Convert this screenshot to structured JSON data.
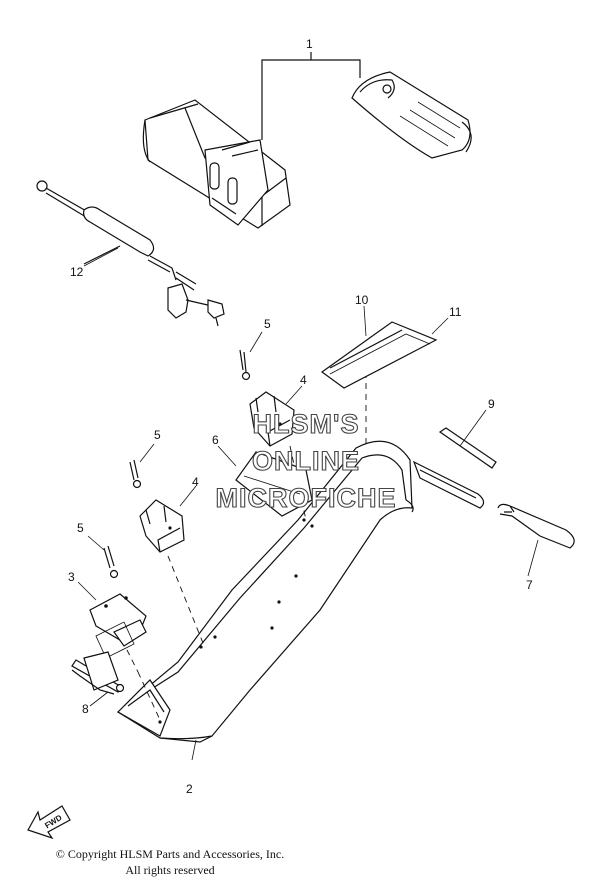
{
  "callouts": {
    "c1": "1",
    "c2": "2",
    "c3": "3",
    "c4a": "4",
    "c4b": "4",
    "c5a": "5",
    "c5b": "5",
    "c5c": "5",
    "c6": "6",
    "c7": "7",
    "c8": "8",
    "c9": "9",
    "c10": "10",
    "c11": "11",
    "c12": "12"
  },
  "watermark": {
    "line1": "HLSM'S",
    "line2": "ONLINE",
    "line3": "MICROFICHE"
  },
  "fwd_label": "FWD",
  "copyright": {
    "line1": "© Copyright HLSM Parts and Accessories, Inc.",
    "line2": "All rights reserved"
  }
}
